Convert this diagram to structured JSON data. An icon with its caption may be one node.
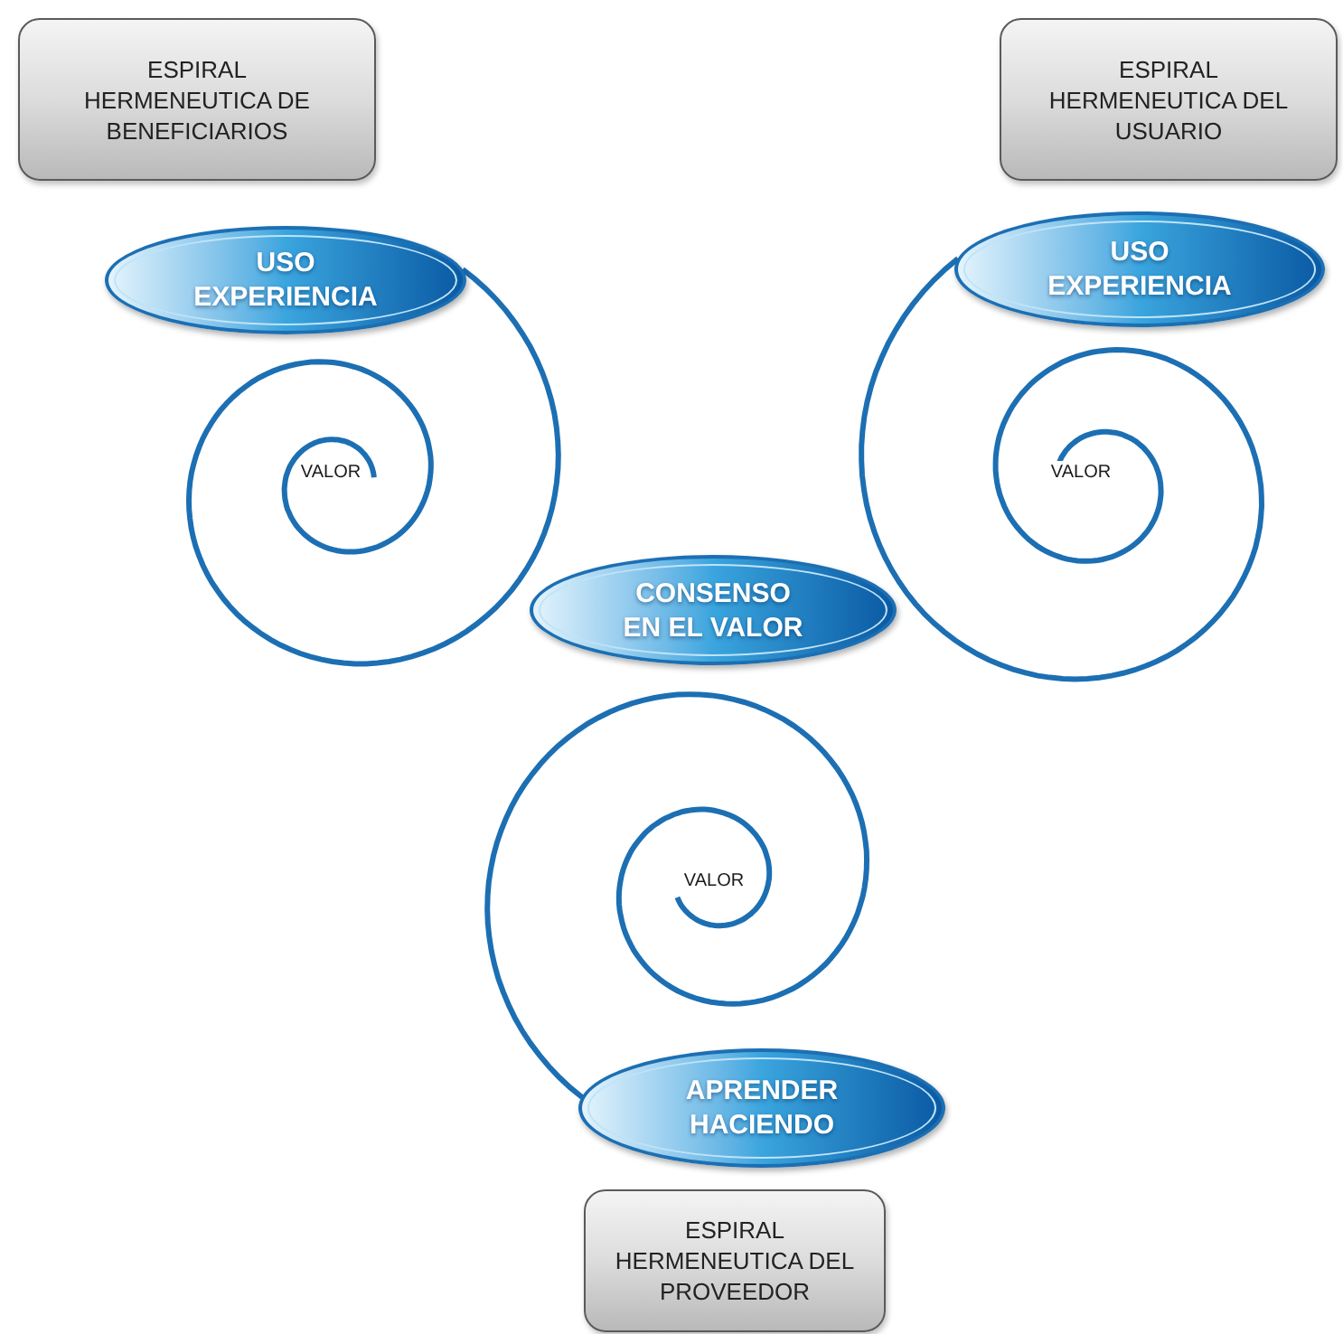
{
  "diagram": {
    "nodes": [
      {
        "text": [
          "ESPIRAL HERMENEUTICA DE BENEFICIARIOS"
        ]
      },
      {
        "text": [
          "ESPIRAL HERMENEUTICA DEL USUARIO"
        ]
      },
      {
        "text": [
          "USO EXPERIENCIA"
        ]
      },
      {
        "text": [
          "USO EXPERIENCIA"
        ]
      },
      {
        "text": [
          "VALOR"
        ]
      },
      {
        "text": [
          "VALOR"
        ]
      },
      {
        "text": [
          "CONSENSO EN EL VALOR"
        ]
      },
      {
        "text": [
          "VALOR"
        ]
      },
      {
        "text": [
          "APRENDER HACIENDO"
        ]
      },
      {
        "text": [
          "ESPIRAL HERMENEUTICA DEL PROVEEDOR"
        ]
      }
    ],
    "edges": [
      {
        "from": 2,
        "to": 4,
        "arrow": "none"
      },
      {
        "from": 3,
        "to": 5,
        "arrow": "none"
      },
      {
        "from": 8,
        "to": 7,
        "arrow": "none"
      }
    ]
  }
}
